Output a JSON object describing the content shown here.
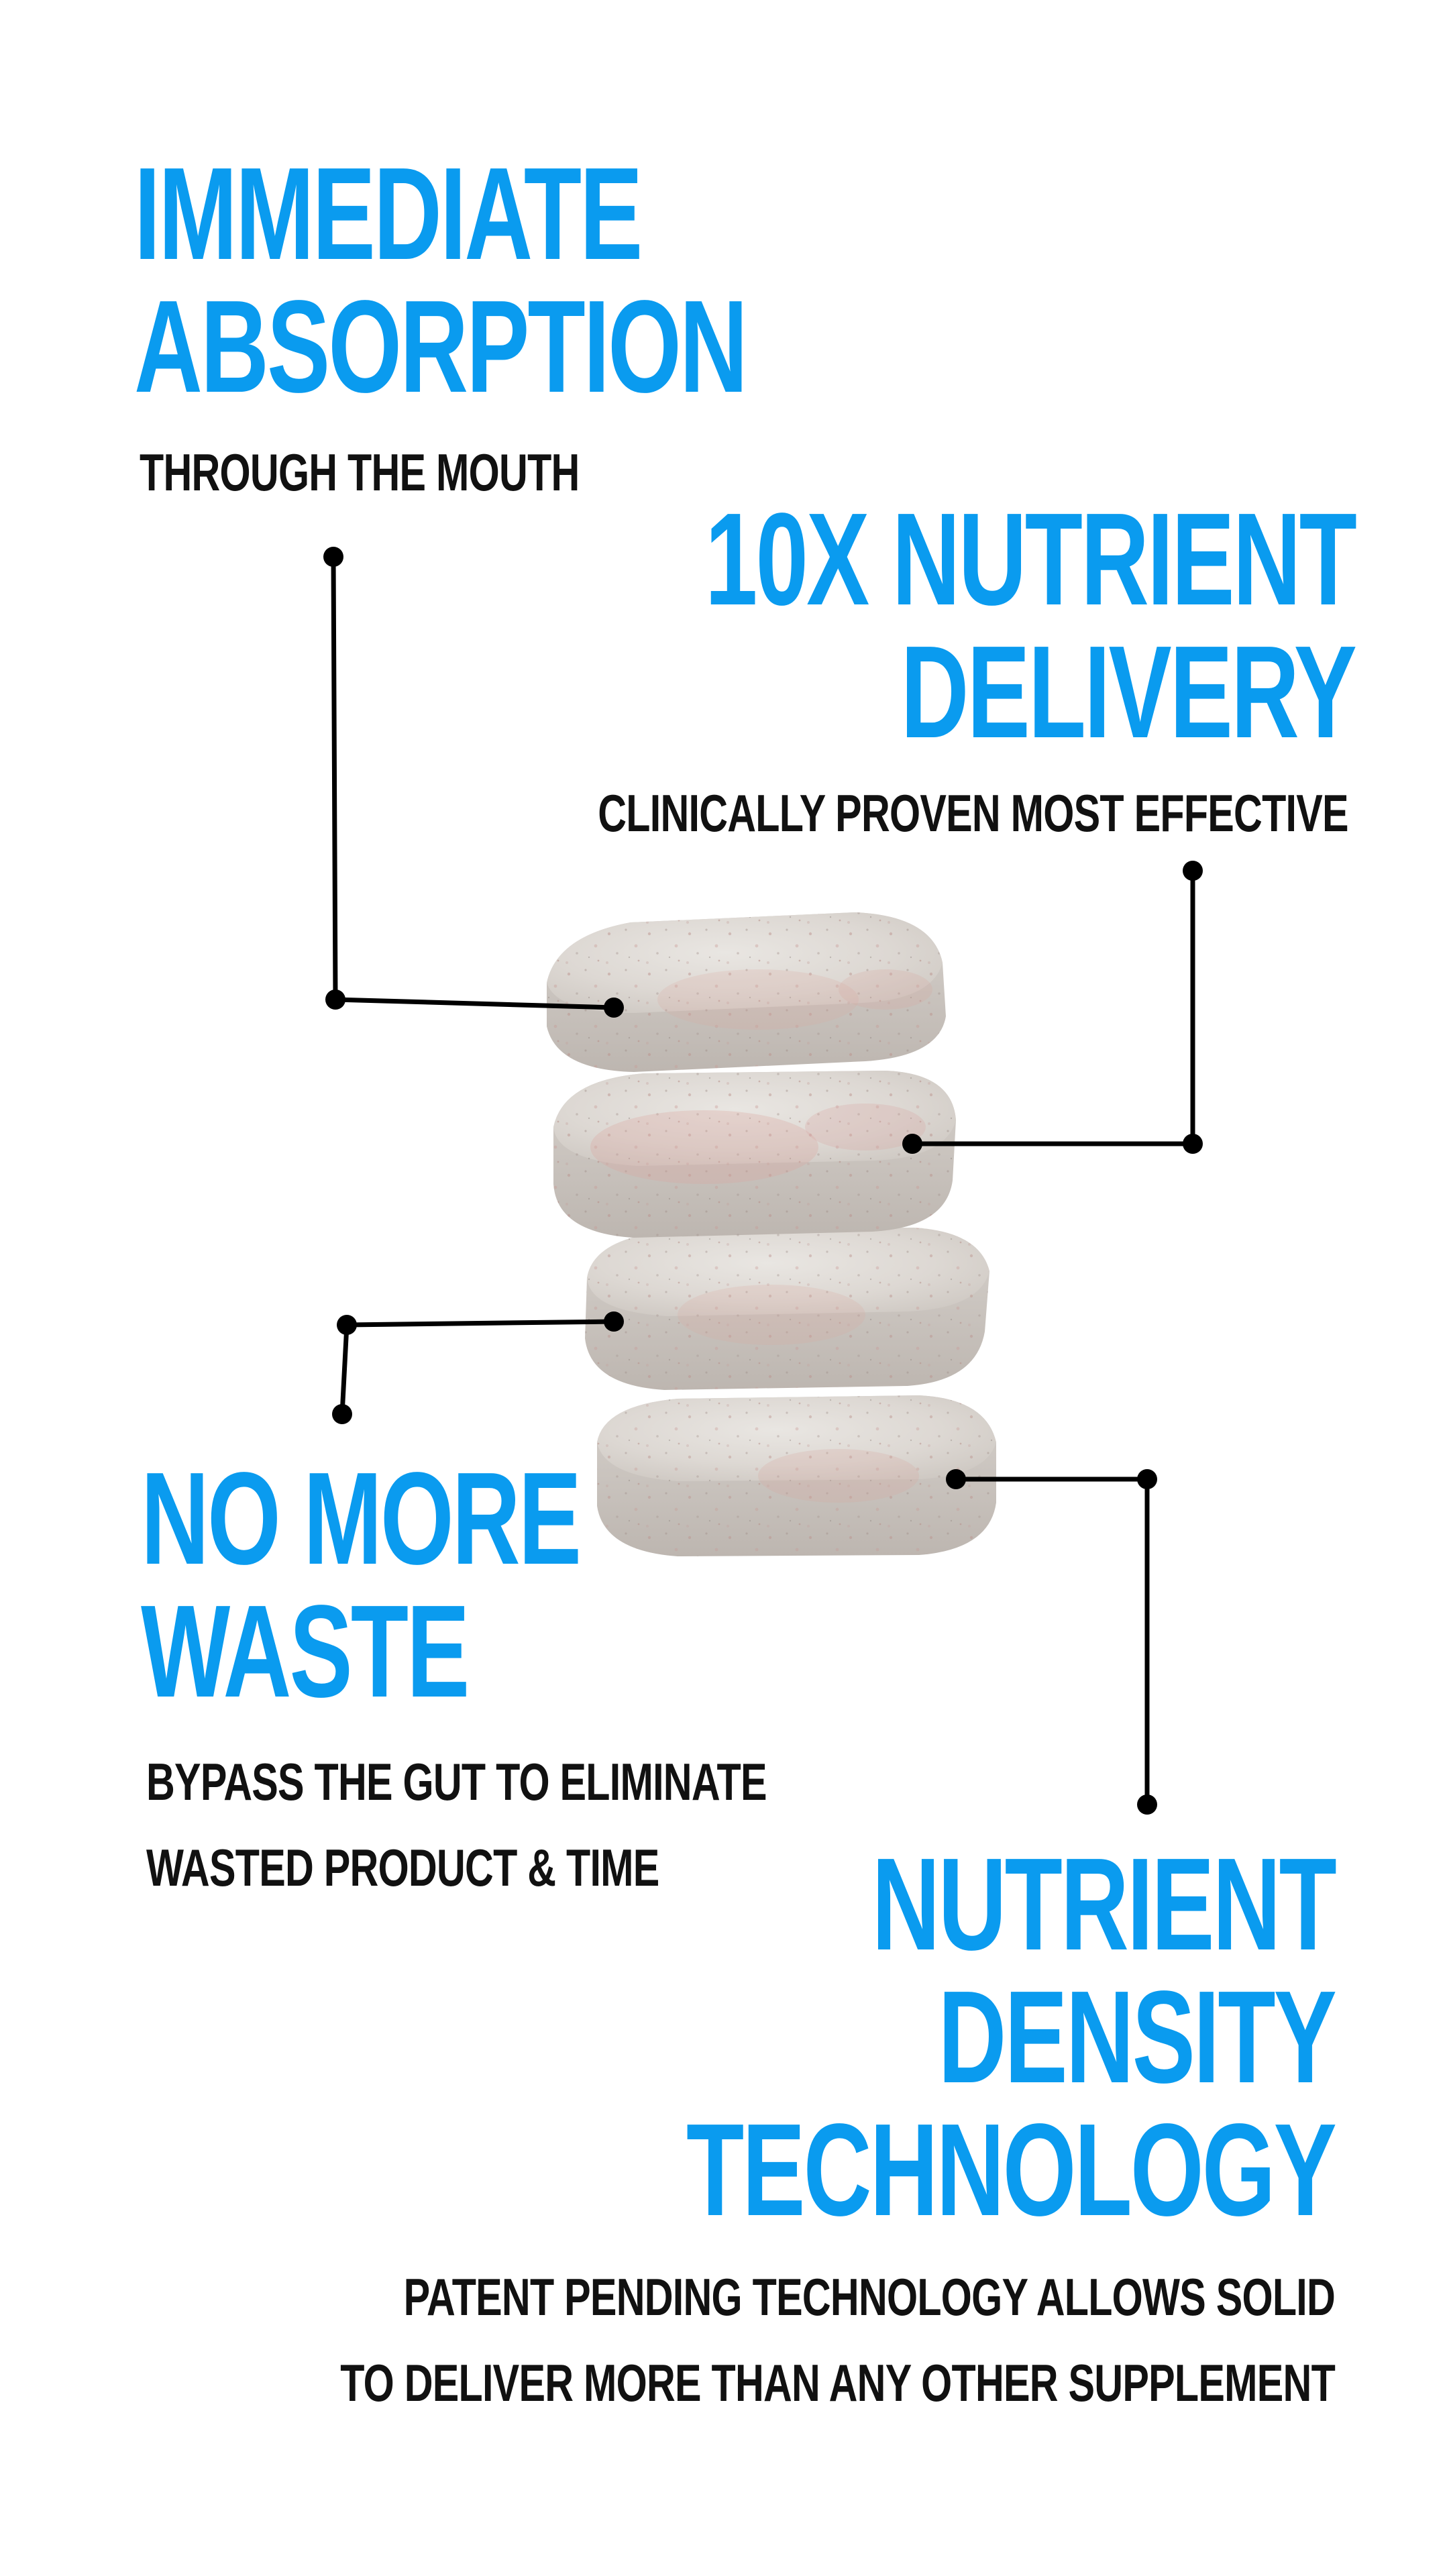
{
  "callouts": {
    "absorption": {
      "title_lines": [
        "IMMEDIATE",
        "ABSORPTION"
      ],
      "subtitle_lines": [
        "THROUGH THE MOUTH"
      ]
    },
    "delivery": {
      "title_lines": [
        "10X NUTRIENT",
        "DELIVERY"
      ],
      "subtitle_lines": [
        "CLINICALLY PROVEN MOST EFFECTIVE"
      ]
    },
    "waste": {
      "title_lines": [
        "NO MORE",
        "WASTE"
      ],
      "subtitle_lines": [
        "BYPASS THE GUT TO ELIMINATE",
        "WASTED PRODUCT & TIME"
      ]
    },
    "density": {
      "title_lines": [
        "NUTRIENT",
        "DENSITY",
        "TECHNOLOGY"
      ],
      "subtitle_lines": [
        "PATENT PENDING TECHNOLOGY ALLOWS SOLID",
        "TO DELIVER MORE THAN ANY OTHER SUPPLEMENT"
      ]
    }
  },
  "colors": {
    "heading": "#0a9bef",
    "text": "#111111",
    "connector": "#000000",
    "tablet": "#ddd9d4"
  }
}
